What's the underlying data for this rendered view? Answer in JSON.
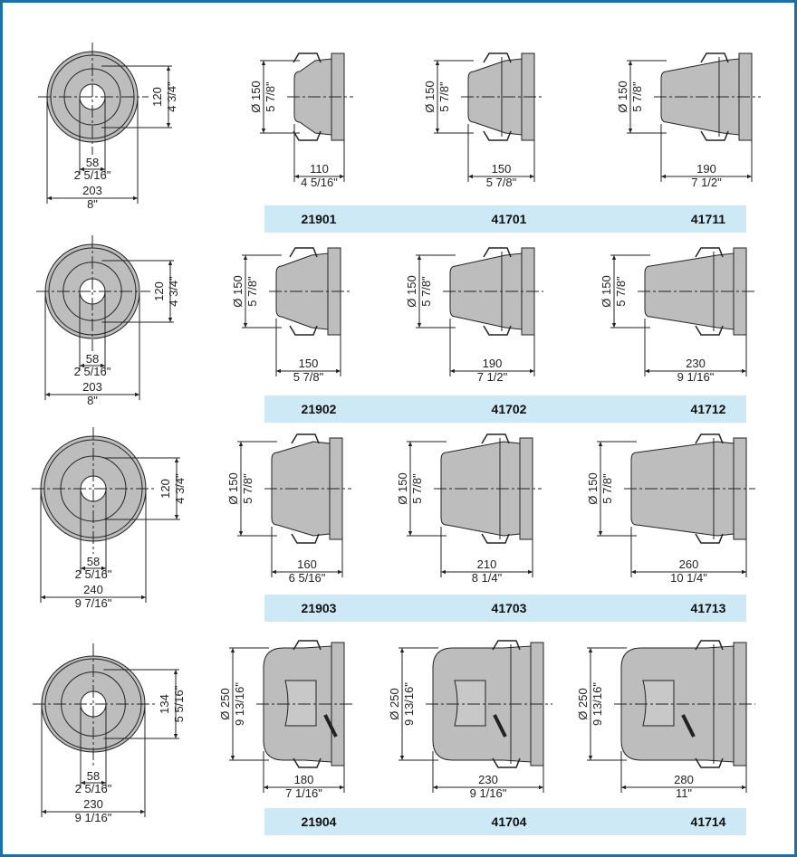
{
  "colors": {
    "frame": "#1c6fa8",
    "band": "#cde9f6",
    "body_fill": "#bdbdbd",
    "line": "#222222"
  },
  "rows": [
    {
      "front": {
        "od": "203",
        "od_in": "8\"",
        "h": "120",
        "h_in": "4 3/4\"",
        "hole": "58",
        "hole_in": "2 5/16\""
      },
      "sides": [
        {
          "code": "21901",
          "dia": "Ø 150",
          "dia_in": "5 7/8\"",
          "len": "110",
          "len_in": "4 5/16\""
        },
        {
          "code": "41701",
          "dia": "Ø 150",
          "dia_in": "5 7/8\"",
          "len": "150",
          "len_in": "5 7/8\""
        },
        {
          "code": "41711",
          "dia": "Ø 150",
          "dia_in": "5 7/8\"",
          "len": "190",
          "len_in": "7 1/2\""
        }
      ]
    },
    {
      "front": {
        "od": "203",
        "od_in": "8\"",
        "h": "120",
        "h_in": "4 3/4\"",
        "hole": "58",
        "hole_in": "2 5/16\""
      },
      "sides": [
        {
          "code": "21902",
          "dia": "Ø 150",
          "dia_in": "5 7/8\"",
          "len": "150",
          "len_in": "5 7/8\""
        },
        {
          "code": "41702",
          "dia": "Ø 150",
          "dia_in": "5 7/8\"",
          "len": "190",
          "len_in": "7 1/2\""
        },
        {
          "code": "41712",
          "dia": "Ø 150",
          "dia_in": "5 7/8\"",
          "len": "230",
          "len_in": "9 1/16\""
        }
      ]
    },
    {
      "front": {
        "od": "240",
        "od_in": "9 7/16\"",
        "h": "120",
        "h_in": "4 3/4\"",
        "hole": "58",
        "hole_in": "2 5/16\""
      },
      "sides": [
        {
          "code": "21903",
          "dia": "Ø 150",
          "dia_in": "5 7/8\"",
          "len": "160",
          "len_in": "6 5/16\""
        },
        {
          "code": "41703",
          "dia": "Ø 150",
          "dia_in": "5 7/8\"",
          "len": "210",
          "len_in": "8 1/4\""
        },
        {
          "code": "41713",
          "dia": "Ø 150",
          "dia_in": "5 7/8\"",
          "len": "260",
          "len_in": "10 1/4\""
        }
      ]
    },
    {
      "front": {
        "od": "230",
        "od_in": "9 1/16\"",
        "h": "134",
        "h_in": "5 5/16\"",
        "hole": "58",
        "hole_in": "2 5/16\""
      },
      "sides": [
        {
          "code": "21904",
          "dia": "Ø 250",
          "dia_in": "9 13/16\"",
          "len": "180",
          "len_in": "7 1/16\""
        },
        {
          "code": "41704",
          "dia": "Ø 250",
          "dia_in": "9 13/16\"",
          "len": "230",
          "len_in": "9 1/16\""
        },
        {
          "code": "41714",
          "dia": "Ø 250",
          "dia_in": "9 13/16\"",
          "len": "280",
          "len_in": "11\""
        }
      ]
    }
  ]
}
